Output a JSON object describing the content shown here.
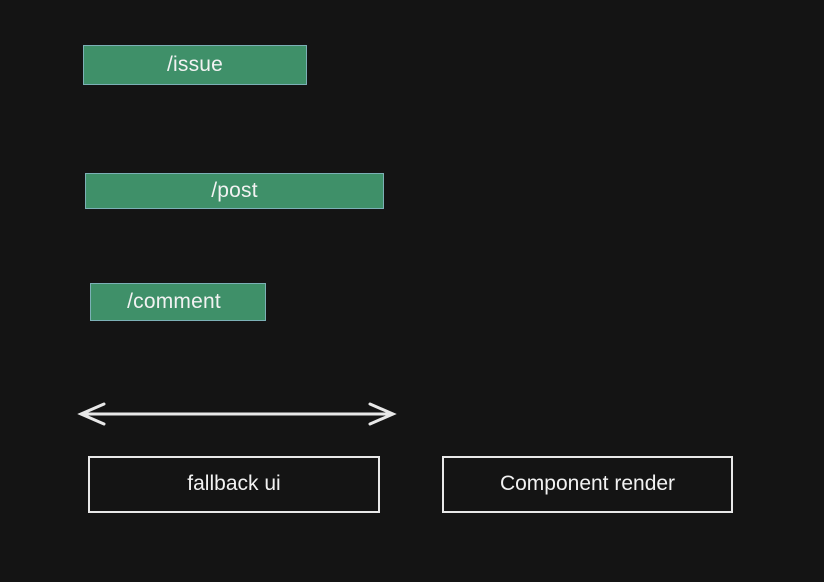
{
  "diagram": {
    "background_color": "#141414",
    "bars": [
      {
        "id": "issue",
        "label": "/issue",
        "fill_color": "#3f9069",
        "border_color": "#7cb0b6",
        "text_color": "#f2f2f2"
      },
      {
        "id": "post",
        "label": "/post",
        "fill_color": "#3f9069",
        "border_color": "#7cb0b6",
        "text_color": "#f2f2f2"
      },
      {
        "id": "comment",
        "label": "/comment",
        "fill_color": "#3f9069",
        "border_color": "#7cb0b6",
        "text_color": "#f2f2f2"
      }
    ],
    "arrow": {
      "id": "span-arrow",
      "style": "double-headed",
      "color": "#e8e8e8",
      "label": ""
    },
    "boxes": [
      {
        "id": "fallback",
        "label": "fallback ui",
        "border_color": "#e8e8e8",
        "text_color": "#f2f2f2"
      },
      {
        "id": "component",
        "label": "Component render",
        "border_color": "#e8e8e8",
        "text_color": "#f2f2f2"
      }
    ]
  }
}
